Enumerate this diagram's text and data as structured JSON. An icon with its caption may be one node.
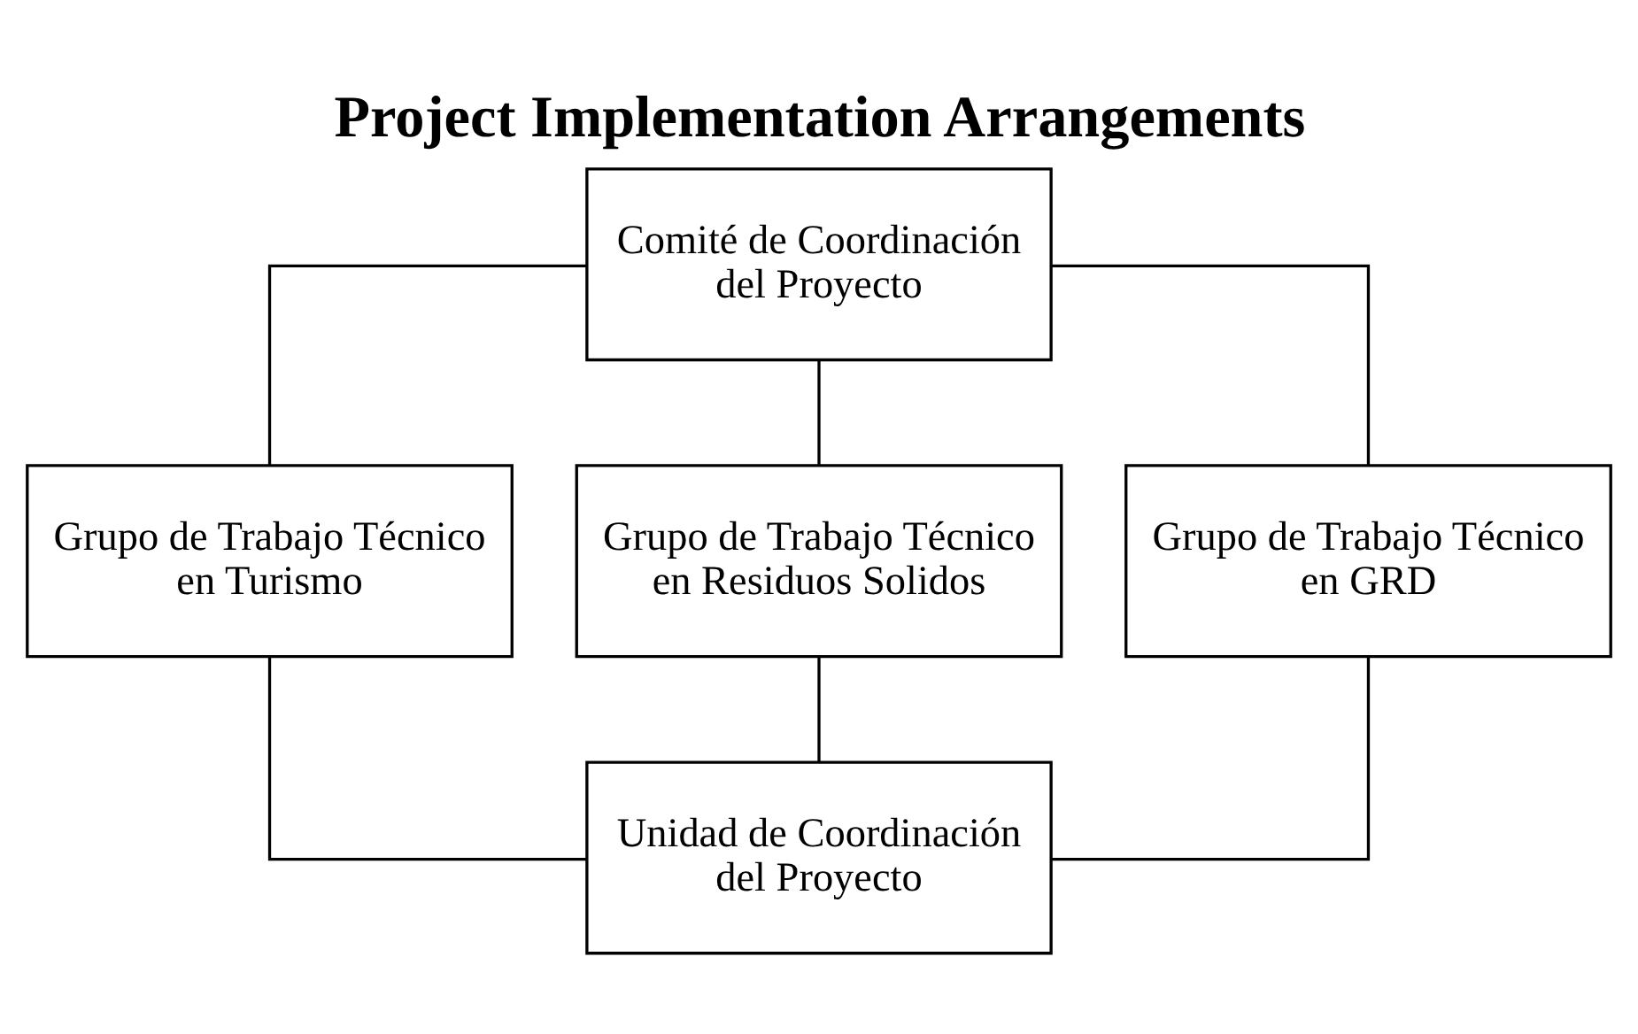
{
  "diagram": {
    "title": "Project Implementation Arrangements",
    "nodes": [
      {
        "text": [
          "Comité de Coordinación del Proyecto"
        ]
      },
      {
        "text": [
          "Grupo de Trabajo Técnico en Turismo"
        ]
      },
      {
        "text": [
          "Grupo de Trabajo Técnico en Residuos Solidos"
        ]
      },
      {
        "text": [
          "Grupo de Trabajo Técnico en GRD"
        ]
      },
      {
        "text": [
          "Unidad de Coordinación del Proyecto"
        ]
      }
    ],
    "edges": [
      {
        "from": 0,
        "to": 1,
        "arrow": "none"
      },
      {
        "from": 0,
        "to": 2,
        "arrow": "none"
      },
      {
        "from": 0,
        "to": 3,
        "arrow": "none"
      },
      {
        "from": 1,
        "to": 4,
        "arrow": "none"
      },
      {
        "from": 2,
        "to": 4,
        "arrow": "none"
      },
      {
        "from": 3,
        "to": 4,
        "arrow": "none"
      }
    ]
  }
}
